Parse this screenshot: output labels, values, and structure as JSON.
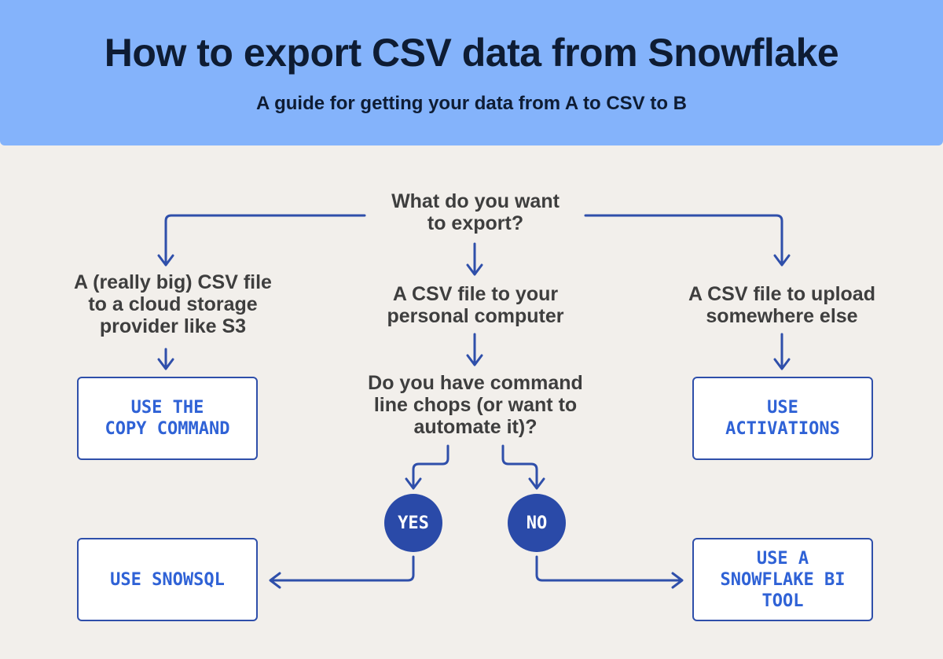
{
  "header": {
    "title": "How to export CSV data from Snowflake",
    "subtitle": "A guide for getting your data from A to CSV to B"
  },
  "nodes": {
    "root": "What do you want\nto export?",
    "left_option": "A (really big) CSV file\nto a cloud storage\nprovider like S3",
    "center_option": "A CSV file to your\npersonal computer",
    "right_option": "A CSV file to upload\nsomewhere else",
    "command_line_question": "Do you have command\nline chops (or want to\nautomate it)?"
  },
  "answers": {
    "copy_command": "USE THE\nCOPY COMMAND",
    "activations": "USE\nACTIVATIONS",
    "snowsql": "USE SNOWSQL",
    "bi_tool": "USE A\nSNOWFLAKE BI\nTOOL"
  },
  "decisions": {
    "yes": "YES",
    "no": "NO"
  },
  "colors": {
    "header_bg": "#84b3fb",
    "page_bg": "#f2efeb",
    "accent": "#2f4faa",
    "box_text": "#2f62d6",
    "decision_fill": "#2a4aa8",
    "title_text": "#0e1c33"
  }
}
